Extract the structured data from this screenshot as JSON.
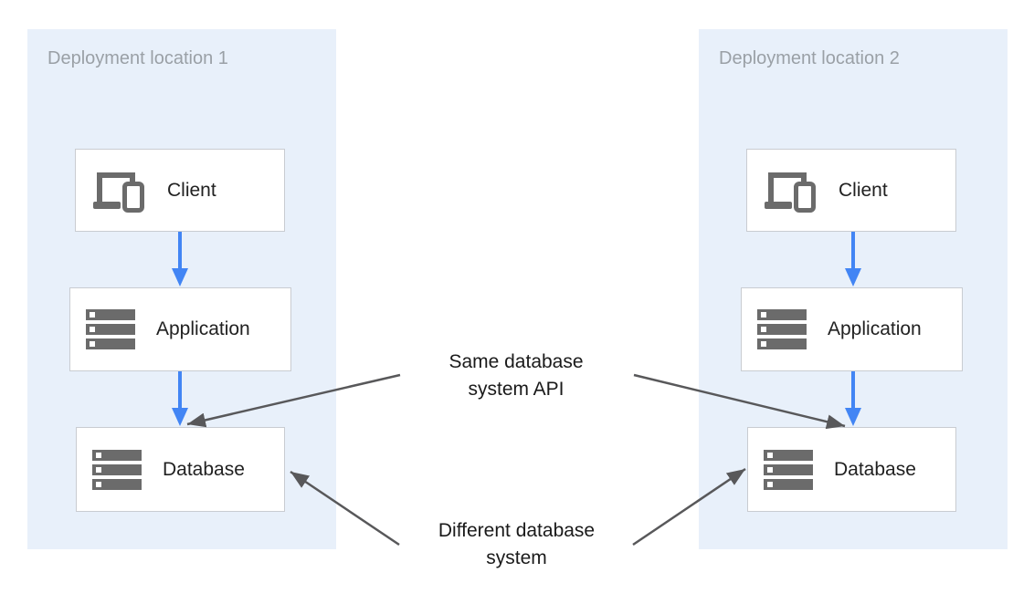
{
  "diagram": {
    "panels": [
      {
        "title": "Deployment location 1",
        "nodes": [
          {
            "label": "Client",
            "icon": "client-devices-icon"
          },
          {
            "label": "Application",
            "icon": "server-stack-icon"
          },
          {
            "label": "Database",
            "icon": "server-stack-icon"
          }
        ]
      },
      {
        "title": "Deployment location 2",
        "nodes": [
          {
            "label": "Client",
            "icon": "client-devices-icon"
          },
          {
            "label": "Application",
            "icon": "server-stack-icon"
          },
          {
            "label": "Database",
            "icon": "server-stack-icon"
          }
        ]
      }
    ],
    "annotations": {
      "same_api": {
        "line1": "Same database",
        "line2": "system API"
      },
      "different_db": {
        "line1": "Different database",
        "line2": "system"
      }
    },
    "colors": {
      "panel_bg": "#e8f0fa",
      "flow_arrow_blue": "#4285f4",
      "annotation_arrow_gray": "#58585a",
      "box_border": "#c9ccd1",
      "icon_gray": "#6b6b6b",
      "panel_title_gray": "#9aa0a6",
      "label_text": "#212121"
    }
  }
}
